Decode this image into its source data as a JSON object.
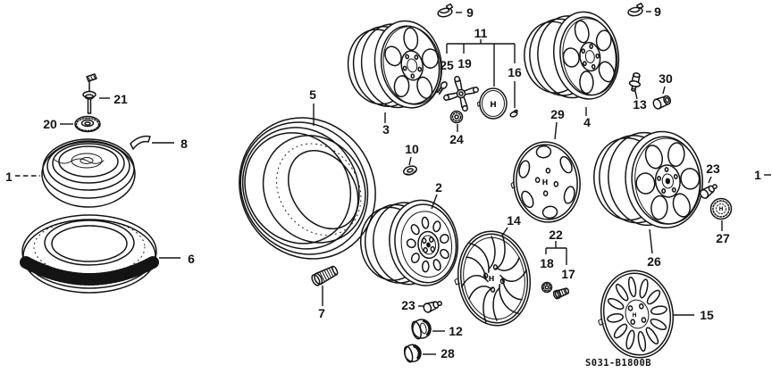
{
  "diagram_code": "S031-B1800B",
  "logo_letter": "H",
  "callouts": {
    "c1_left": "1",
    "c1_right": "1",
    "c2": "2",
    "c3": "3",
    "c4": "4",
    "c5": "5",
    "c6": "6",
    "c7": "7",
    "c8": "8",
    "c9_left": "9",
    "c9_right": "9",
    "c10": "10",
    "c11": "11",
    "c12": "12",
    "c13": "13",
    "c14": "14",
    "c15": "15",
    "c16": "16",
    "c17": "17",
    "c18": "18",
    "c19": "19",
    "c20": "20",
    "c21": "21",
    "c22": "22",
    "c23_mid": "23",
    "c23_right": "23",
    "c24": "24",
    "c25": "25",
    "c26": "26",
    "c27": "27",
    "c28": "28",
    "c29": "29",
    "c30": "30"
  }
}
